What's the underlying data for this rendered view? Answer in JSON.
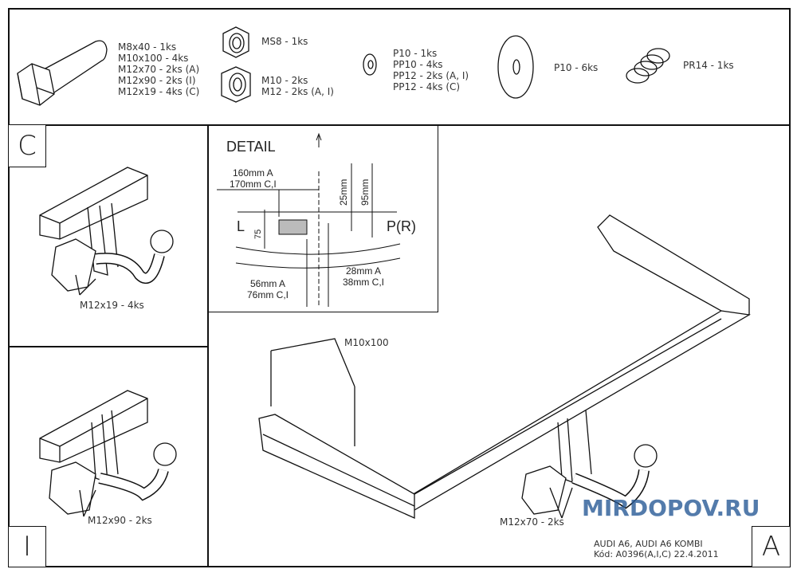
{
  "hardware": {
    "bolts": [
      "M8x40 - 1ks",
      "M10x100 - 4ks",
      "M12x70 - 2ks (A)",
      "M12x90 - 2ks (I)",
      "M12x19 - 4ks (C)"
    ],
    "lock_nut": "MS8 - 1ks",
    "nuts": [
      "M10 - 2ks",
      "M12 - 2ks (A, I)"
    ],
    "washers": [
      "P10 - 1ks",
      "PP10 - 4ks",
      "PP12 - 2ks (A, I)",
      "PP12 - 4ks (C)"
    ],
    "large_washer": "P10 - 6ks",
    "spring": "PR14 - 1ks"
  },
  "panels": {
    "c": {
      "letter": "C",
      "label": "M12x19 - 4ks"
    },
    "i": {
      "letter": "I",
      "label": "M12x90 - 2ks"
    },
    "a": {
      "letter": "A",
      "bolt_label": "M10x100",
      "label": "M12x70 - 2ks"
    }
  },
  "detail": {
    "title": "DETAIL",
    "dim_top_a": "160mm A",
    "dim_top_ci": "170mm C,I",
    "dim_25": "25mm",
    "dim_95": "95mm",
    "dim_75": "75",
    "left": "L",
    "right": "P(R)",
    "dim_right_a": "28mm A",
    "dim_right_ci": "38mm C,I",
    "dim_bottom_a": "56mm A",
    "dim_bottom_ci": "76mm C,I"
  },
  "footer": {
    "model": "AUDI A6, AUDI A6 KOMBI",
    "code": "Kód: A0396(A,I,C) 22.4.2011"
  },
  "watermark": "MIRDOPOV.RU"
}
